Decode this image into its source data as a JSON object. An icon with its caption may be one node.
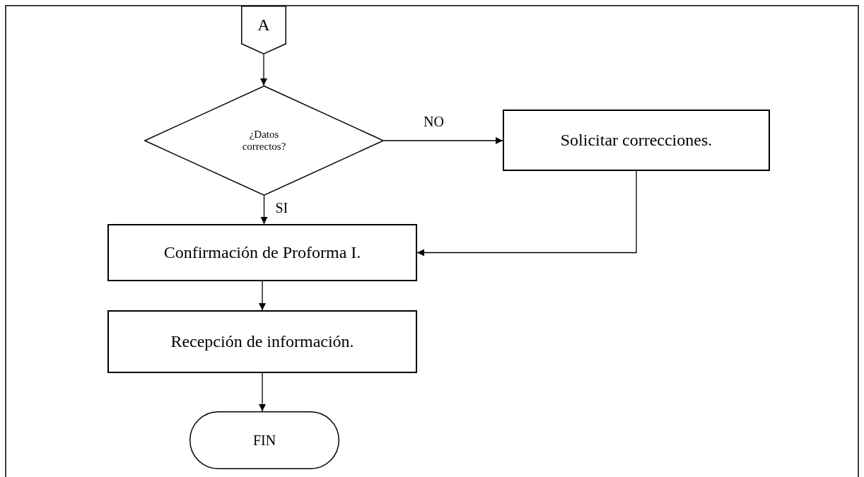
{
  "diagram": {
    "nodes": [
      {
        "text": [
          "A"
        ]
      },
      {
        "text": [
          "¿Datos correctos?"
        ]
      },
      {
        "text": [
          "Solicitar correcciones."
        ]
      },
      {
        "text": [
          "Confirmación de Proforma I."
        ]
      },
      {
        "text": [
          "Recepción de información."
        ]
      },
      {
        "text": [
          "FIN"
        ]
      }
    ],
    "edges": [
      {
        "from": 0,
        "to": 1,
        "arrow": "to"
      },
      {
        "from": 1,
        "to": 2,
        "arrow": "to",
        "label": "NO"
      },
      {
        "from": 1,
        "to": 3,
        "arrow": "to",
        "label": "SI"
      },
      {
        "from": 2,
        "to": 3,
        "arrow": "to"
      },
      {
        "from": 3,
        "to": 4,
        "arrow": "to"
      },
      {
        "from": 4,
        "to": 5,
        "arrow": "to"
      }
    ]
  }
}
